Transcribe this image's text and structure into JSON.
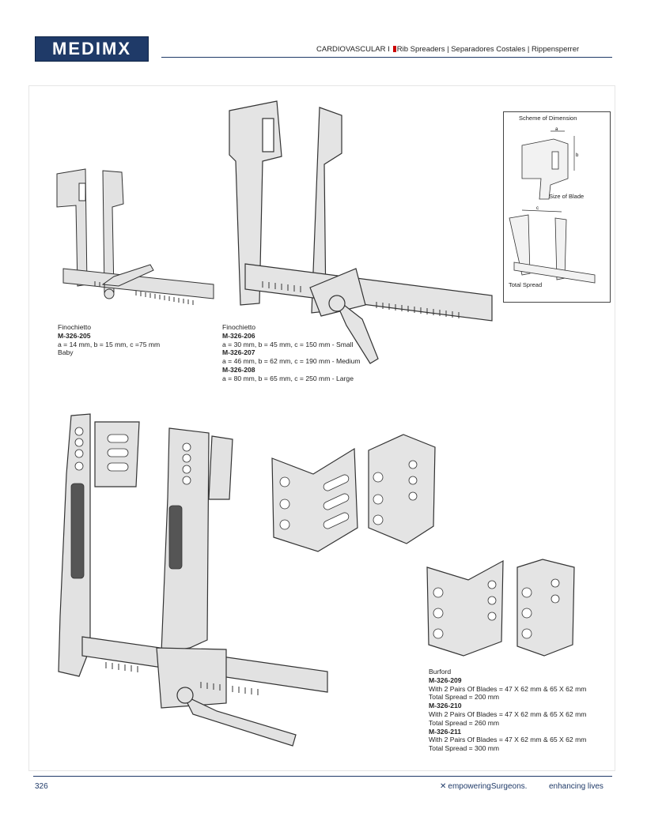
{
  "header": {
    "logo": "MEDIMX",
    "category": "CARDIOVASCULAR I",
    "title": "Rib Spreaders | Separadores Costales | Rippensperrer"
  },
  "scheme": {
    "title": "Scheme of Dimension",
    "blade_label": "Size of Blade",
    "spread_label": "Total Spread",
    "label_a": "a",
    "label_b": "b",
    "label_c": "c"
  },
  "products": {
    "finochietto_baby": {
      "name": "Finochietto",
      "code": "M-326-205",
      "dims": "a = 14 mm, b = 15 mm, c =75 mm",
      "size": "Baby"
    },
    "finochietto": {
      "name": "Finochietto",
      "items": [
        {
          "code": "M-326-206",
          "dims": "a = 30 mm, b = 45 mm, c = 150 mm - Small"
        },
        {
          "code": "M-326-207",
          "dims": "a = 46 mm, b = 62 mm, c = 190 mm - Medium"
        },
        {
          "code": "M-326-208",
          "dims": "a = 80 mm, b = 65 mm, c = 250 mm - Large"
        }
      ]
    },
    "burford": {
      "name": "Burford",
      "items": [
        {
          "code": "M-326-209",
          "blades": "With 2 Pairs Of Blades = 47 X 62 mm & 65 X 62 mm",
          "spread": "Total Spread = 200 mm"
        },
        {
          "code": "M-326-210",
          "blades": "With 2 Pairs Of Blades = 47 X 62 mm & 65 X 62 mm",
          "spread": "Total Spread = 260 mm"
        },
        {
          "code": "M-326-211",
          "blades": "With 2 Pairs Of Blades = 47 X 62 mm & 65 X 62 mm",
          "spread": "Total Spread = 300 mm"
        }
      ]
    }
  },
  "footer": {
    "page_number": "326",
    "tagline1": "empoweringSurgeons.",
    "tagline2": "enhancing lives"
  }
}
